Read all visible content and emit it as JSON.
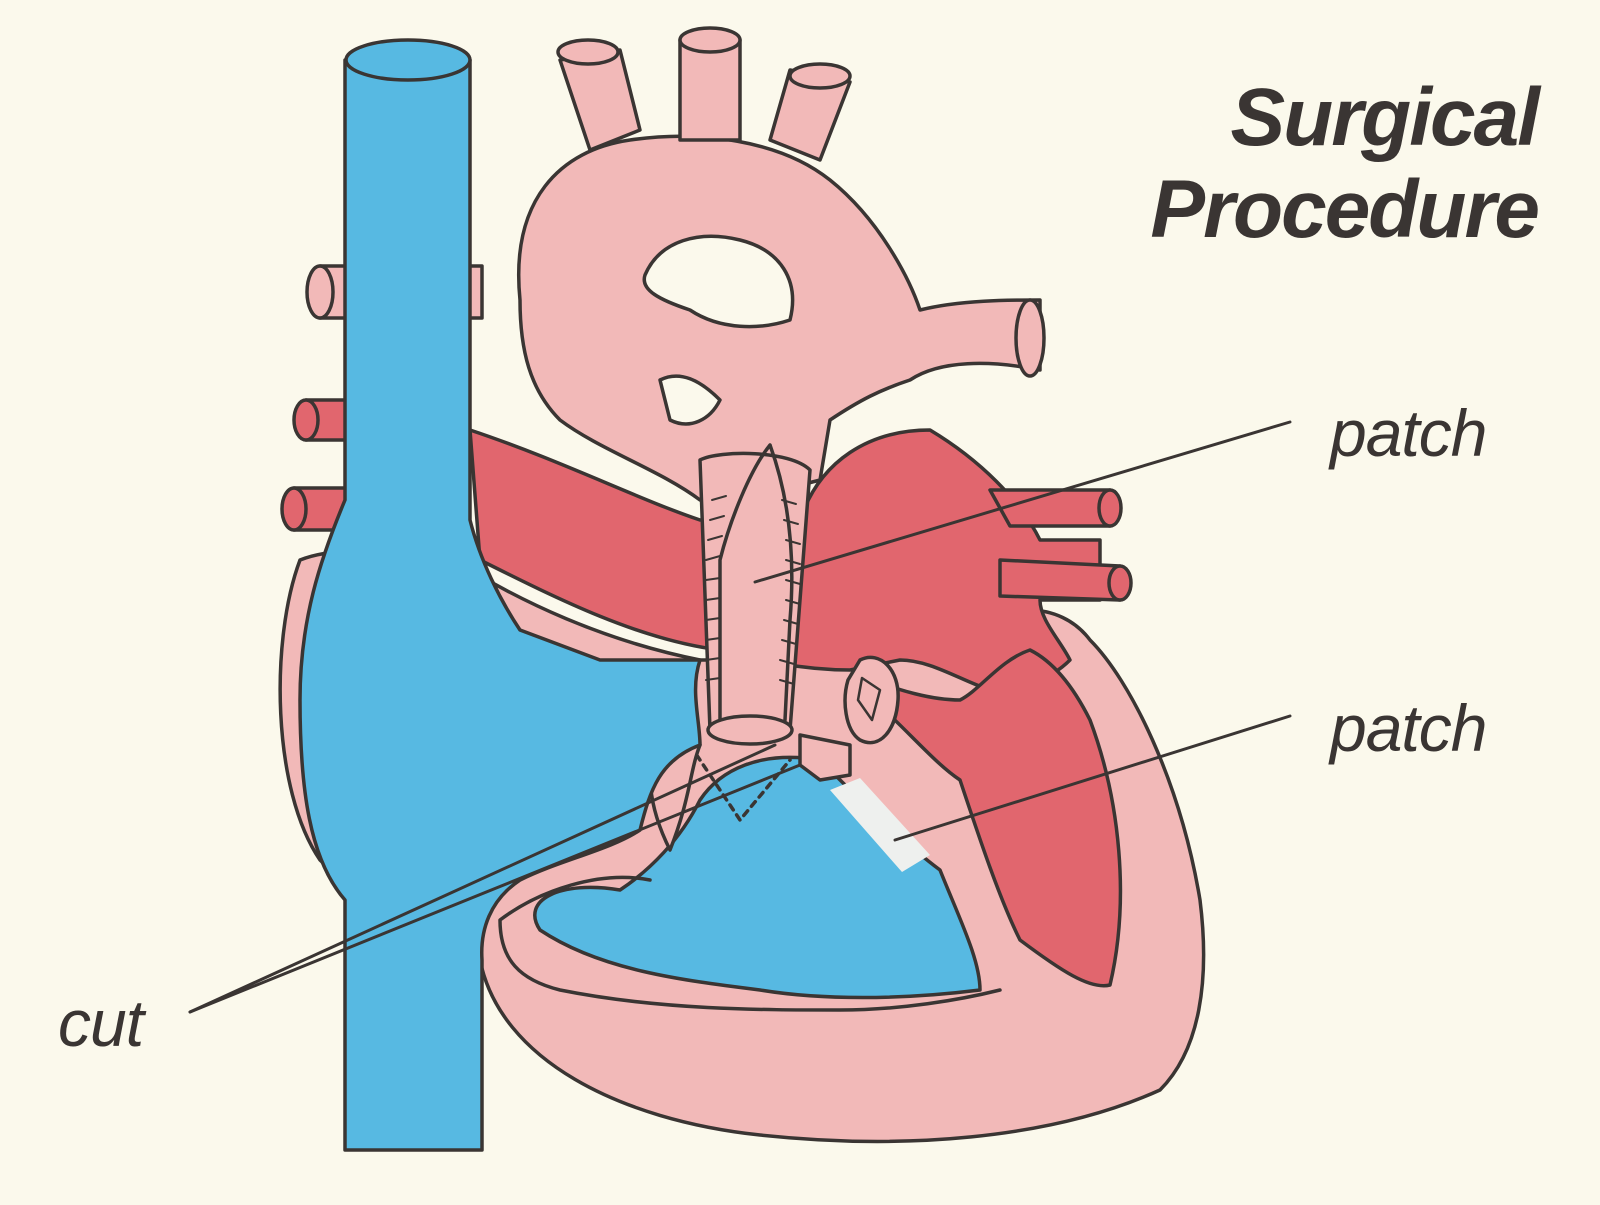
{
  "title": {
    "line1": "Surgical",
    "line2": "Procedure"
  },
  "labels": {
    "patch_upper": "patch",
    "patch_lower": "patch",
    "cut": "cut"
  },
  "colors": {
    "background": "#fbf9ec",
    "vein_blue": "#57b9e2",
    "tissue_pink": "#f2b9b8",
    "artery_red": "#e1666e",
    "patch_white": "#eef0ee",
    "outline": "#3a3533"
  }
}
